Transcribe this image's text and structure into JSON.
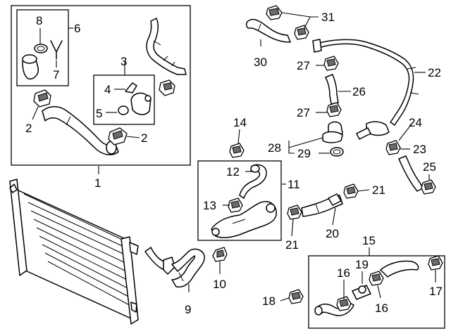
{
  "diagram": {
    "callouts": [
      {
        "id": "c1",
        "text": "1"
      },
      {
        "id": "c2a",
        "text": "2"
      },
      {
        "id": "c2b",
        "text": "2"
      },
      {
        "id": "c3",
        "text": "3"
      },
      {
        "id": "c4",
        "text": "4"
      },
      {
        "id": "c5",
        "text": "5"
      },
      {
        "id": "c6",
        "text": "6"
      },
      {
        "id": "c7",
        "text": "7"
      },
      {
        "id": "c8",
        "text": "8"
      },
      {
        "id": "c9",
        "text": "9"
      },
      {
        "id": "c10",
        "text": "10"
      },
      {
        "id": "c11",
        "text": "11"
      },
      {
        "id": "c12",
        "text": "12"
      },
      {
        "id": "c13",
        "text": "13"
      },
      {
        "id": "c14",
        "text": "14"
      },
      {
        "id": "c15",
        "text": "15"
      },
      {
        "id": "c16a",
        "text": "16"
      },
      {
        "id": "c16b",
        "text": "16"
      },
      {
        "id": "c17",
        "text": "17"
      },
      {
        "id": "c18",
        "text": "18"
      },
      {
        "id": "c19",
        "text": "19"
      },
      {
        "id": "c20",
        "text": "20"
      },
      {
        "id": "c21a",
        "text": "21"
      },
      {
        "id": "c21b",
        "text": "21"
      },
      {
        "id": "c22",
        "text": "22"
      },
      {
        "id": "c23",
        "text": "23"
      },
      {
        "id": "c24",
        "text": "24"
      },
      {
        "id": "c25",
        "text": "25"
      },
      {
        "id": "c26",
        "text": "26"
      },
      {
        "id": "c27a",
        "text": "27"
      },
      {
        "id": "c27b",
        "text": "27"
      },
      {
        "id": "c28",
        "text": "28"
      },
      {
        "id": "c29",
        "text": "29"
      },
      {
        "id": "c30",
        "text": "30"
      },
      {
        "id": "c31",
        "text": "31"
      }
    ]
  }
}
